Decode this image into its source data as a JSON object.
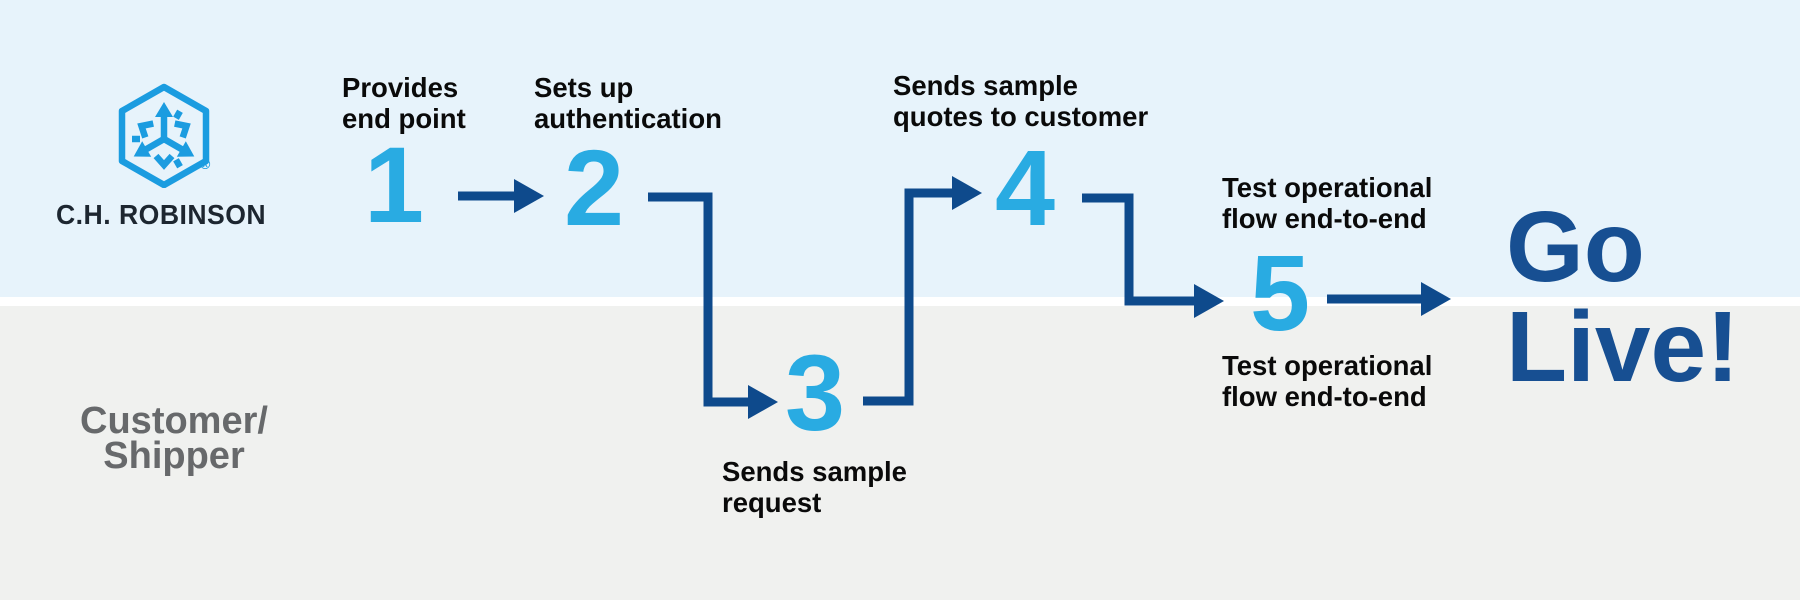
{
  "title": "API integration onboarding flow diagram",
  "brand": {
    "logo_icon": "hexagon-arrows-logo-icon",
    "wordmark": "C.H. ROBINSON",
    "registered_mark": "®"
  },
  "swimlanes": {
    "top": {
      "actor": "C.H. ROBINSON"
    },
    "bottom": {
      "actor_lines": [
        "Customer/",
        "Shipper"
      ]
    }
  },
  "steps": [
    {
      "number": "1",
      "label_lines": [
        "Provides",
        "end point"
      ],
      "lane": "top"
    },
    {
      "number": "2",
      "label_lines": [
        "Sets up",
        "authentication"
      ],
      "lane": "top"
    },
    {
      "number": "3",
      "label_lines": [
        "Sends sample",
        "request"
      ],
      "lane": "bottom"
    },
    {
      "number": "4",
      "label_lines": [
        "Sends sample",
        "quotes to customer"
      ],
      "lane": "top"
    },
    {
      "number": "5",
      "label_above_lines": [
        "Test operational",
        "flow end-to-end"
      ],
      "label_below_lines": [
        "Test operational",
        "flow end-to-end"
      ],
      "lane": "boundary"
    }
  ],
  "outcome": {
    "line1": "Go",
    "line2": "Live!"
  },
  "flow": [
    "1>2",
    "2>3",
    "3>4",
    "4>5",
    "5>GoLive"
  ],
  "colors": {
    "bg_top": "#E7F3FB",
    "bg_bottom": "#F0F1EF",
    "divider": "#FFFFFF",
    "cyan_number": "#29ABE2",
    "cyan_logo": "#1B9CE0",
    "navy_arrow": "#0E4A8C",
    "navy_outcome": "#174F92",
    "wordmark": "#1D2630",
    "text_dark": "#0A0A0A",
    "text_gray": "#67696B"
  }
}
